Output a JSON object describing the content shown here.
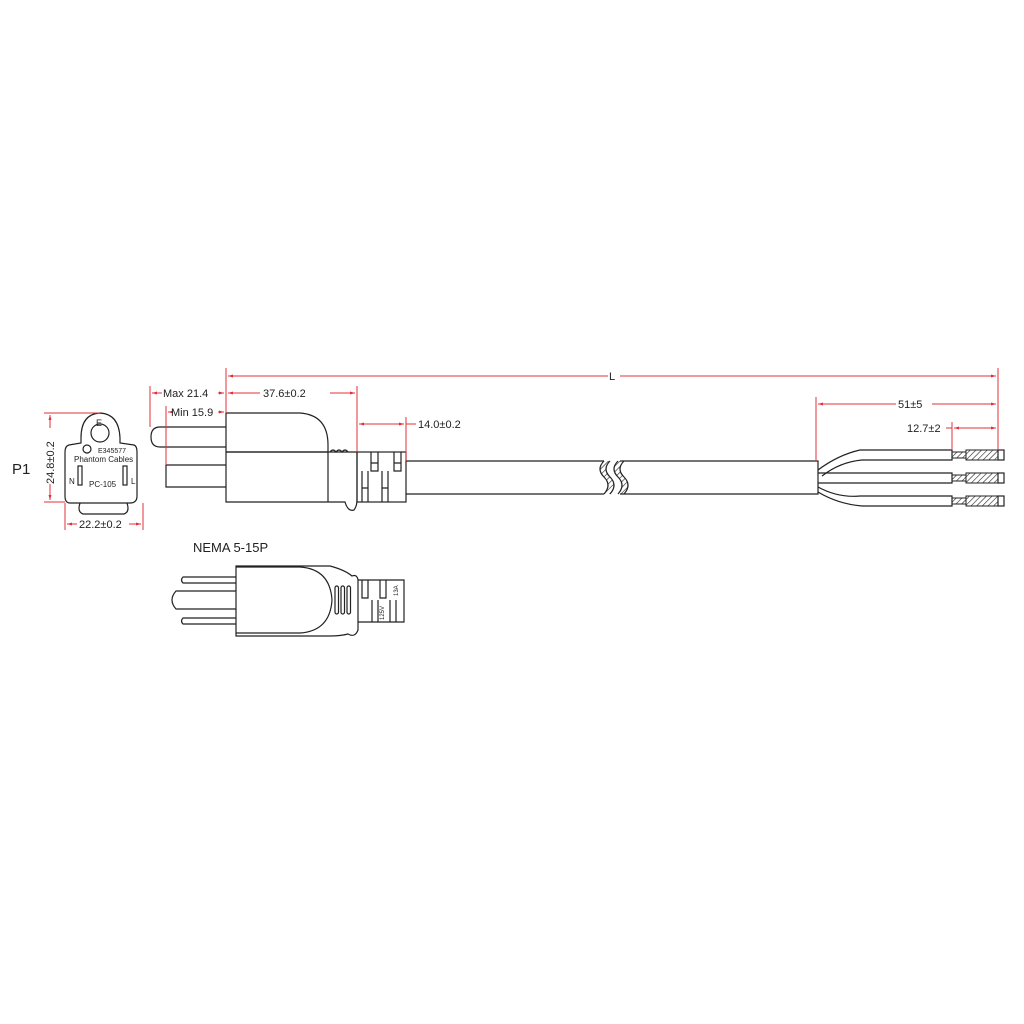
{
  "labels": {
    "plug_id": "P1",
    "plug_standard": "NEMA 5-15P",
    "face_ground": "E",
    "face_cert": "E345577",
    "face_brand": "Phantom Cables",
    "face_model": "PC-105",
    "face_neutral": "N",
    "face_line": "L",
    "rating_voltage": "125V",
    "rating_current": "13A"
  },
  "dimensions": {
    "total_length": "L",
    "prong_max": "Max 21.4",
    "prong_min": "Min 15.9",
    "body_length": "37.6±0.2",
    "strain_relief": "14.0±0.2",
    "jacket_strip": "51±5",
    "wire_strip": "12.7±2",
    "face_height": "24.8±0.2",
    "face_width": "22.2±0.2"
  },
  "colors": {
    "dimension": "#e0303a",
    "line": "#222222"
  }
}
